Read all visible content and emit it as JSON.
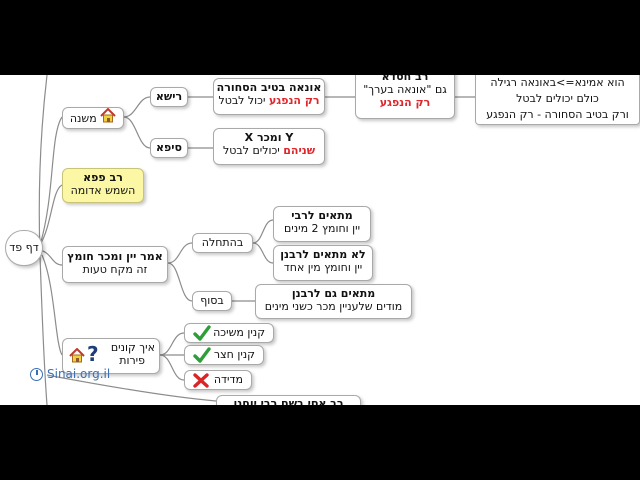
{
  "root": {
    "label": "דף פד"
  },
  "mishna": {
    "label": "משנה",
    "reisha": {
      "label": "רישא",
      "node": {
        "title": "אונאה בטיב הסחורה",
        "red": "רק הנפגע",
        "text": "יכול לבטל"
      },
      "rav_chisda": {
        "title": "רב חסדא",
        "prefix": "גם",
        "quote": "\"אונאה בערך\"",
        "red": "רק הנפגע"
      },
      "note": {
        "line1": "הוא אמינא=>באונאה רגילה",
        "line2": "כולם יכולים לבטל",
        "line3": "ורק בטיב הסחורה - רק הנפגע"
      }
    },
    "seifa": {
      "label": "סיפא",
      "node": {
        "title": "Y ומכר X",
        "red": "שניהם",
        "text": "יכולים לבטל"
      }
    }
  },
  "rav_papa": {
    "title": "רב פפא",
    "text": "השמש אדומה"
  },
  "wine": {
    "title": "אמר יין ומכר חומץ",
    "text": "זה מקח טעות",
    "start": {
      "label": "בהתחלה",
      "a": {
        "title": "מתאים לרבי",
        "text": "יין וחומץ  2 מינים"
      },
      "b": {
        "title": "לא מתאים לרבנן",
        "text": "יין וחומץ מין אחד"
      }
    },
    "end": {
      "label": "בסוף",
      "a": {
        "title": "מתאים גם לרבנן",
        "text": "מודים שלעניין מכר כשני מינים"
      }
    }
  },
  "fruit": {
    "title": "איך קונים",
    "text": "פירות",
    "items": [
      {
        "label": "קנין משיכה",
        "icon": "check-icon"
      },
      {
        "label": "קנין חצר",
        "icon": "check-icon"
      },
      {
        "label": "מדידה",
        "icon": "cross-icon"
      }
    ]
  },
  "partial_node": {
    "title": "רב אסי בשם רבי יוחנן"
  },
  "watermark": {
    "text": "Sinai.org.il"
  },
  "colors": {
    "red": "#e0262b",
    "yellow": "#fbf7a4",
    "line": "#8c8c8c",
    "check": "#2e9e3a",
    "cross": "#d92525",
    "watermark": "#3b6fb5"
  }
}
